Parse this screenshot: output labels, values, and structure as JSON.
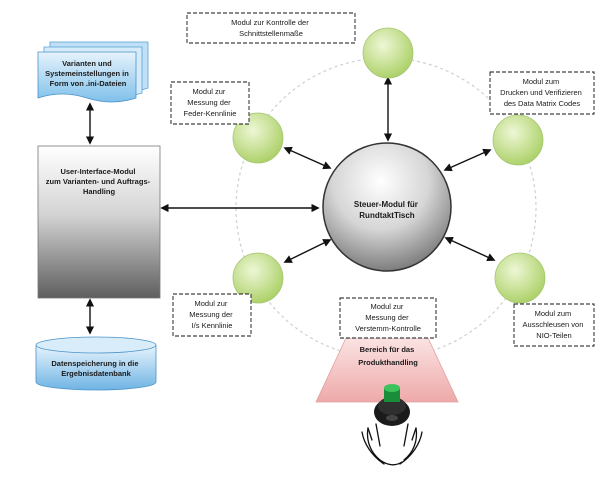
{
  "docs_box": {
    "lines": [
      "Varianten und",
      "Systemeinstellungen in",
      "Form von .ini-Dateien"
    ]
  },
  "ui_box": {
    "lines": [
      "User-Interface-Modul",
      "zum Varianten- und Auftrags-",
      "Handling"
    ]
  },
  "db_box": {
    "lines": [
      "Datenspeicherung in die",
      "Ergebnisdatenbank"
    ]
  },
  "central": {
    "lines": [
      "Steuer-Modul für",
      "RundtaktTisch"
    ]
  },
  "modules": [
    {
      "id": "schnittstellen",
      "lines": [
        "Modul zur Kontrolle der",
        "Schnittstellenmaße"
      ]
    },
    {
      "id": "feder",
      "lines": [
        "Modul zur",
        "Messung der",
        "Feder-Kennlinie"
      ]
    },
    {
      "id": "datamatrix",
      "lines": [
        "Modul zum",
        "Drucken und Verifizieren",
        "des Data Matrix Codes"
      ]
    },
    {
      "id": "is-kennlinie",
      "lines": [
        "Modul zur",
        "Messung der",
        "I/s Kennlinie"
      ]
    },
    {
      "id": "verstemm",
      "lines": [
        "Modul zur",
        "Messung der",
        "Verstemm-Kontrolle"
      ]
    },
    {
      "id": "nio",
      "lines": [
        "Modul zum",
        "Ausschleusen von",
        "NIO-Teilen"
      ]
    }
  ],
  "handling_area": {
    "lines": [
      "Bereich für das",
      "Produkthandling"
    ]
  },
  "colors": {
    "node_green_light": "#eef7d6",
    "node_green_dark": "#a9cf63",
    "handling_pink": "#f0b3b3",
    "doc_blue": "#6bb4e6",
    "db_blue": "#5aa8df"
  }
}
